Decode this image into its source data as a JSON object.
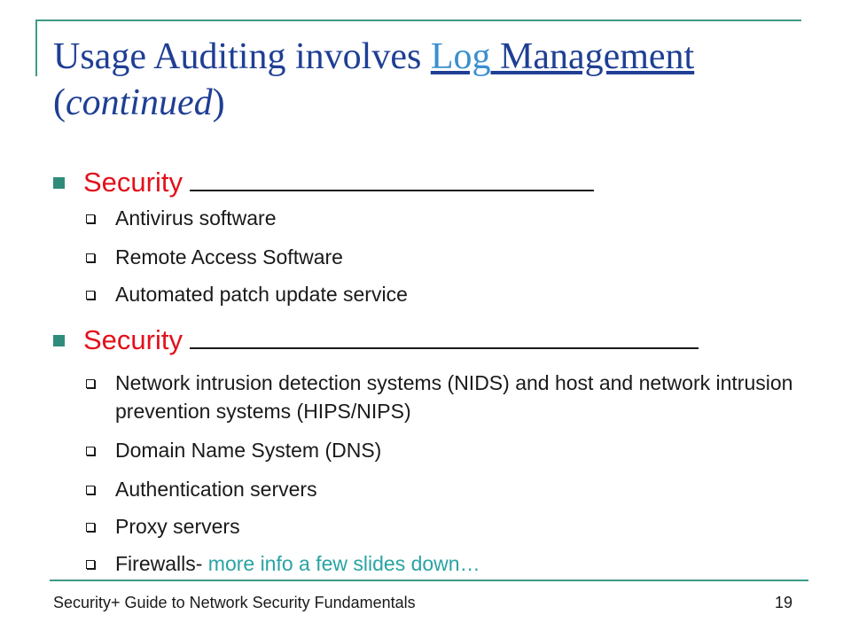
{
  "slide": {
    "title_part1": "Usage Auditing involves ",
    "title_link_blue": "Log",
    "title_link_rest": " Management",
    "title_continued_open": "(",
    "title_continued_word": "continued",
    "title_continued_close": ")"
  },
  "sections": [
    {
      "label": "Security",
      "items": [
        "Antivirus software",
        "Remote Access Software",
        "Automated patch update service"
      ]
    },
    {
      "label": "Security",
      "items": [
        "Network intrusion detection systems (NIDS) and host and network intrusion prevention systems (HIPS/NIPS)",
        "Domain Name System (DNS)",
        "Authentication servers",
        "Proxy servers",
        "Firewalls-"
      ],
      "last_item_link": " more info a few slides down…"
    }
  ],
  "footer": {
    "text": "Security+ Guide to Network Security Fundamentals",
    "page_number": "19"
  },
  "colors": {
    "title": "#1f3f94",
    "link": "#3a8fd0",
    "heading": "#e3101a",
    "accent": "#2f8c7a",
    "teal_link": "#2aa3a3"
  }
}
